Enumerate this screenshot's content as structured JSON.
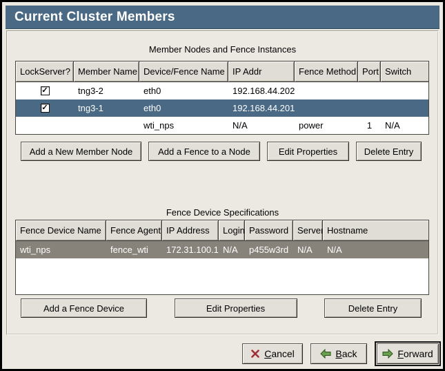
{
  "window": {
    "title": "Current Cluster Members"
  },
  "colors": {
    "titlebar_blue": "#4a6984",
    "selected_row_blue": "#4a6984",
    "selected_row_gray": "#87827a",
    "background_beige": "#ece9e2",
    "cancel_icon_red": "#a13038",
    "arrow_icon_green": "#68a04e"
  },
  "icons": {
    "check": "✓"
  },
  "members": {
    "caption": "Member Nodes and Fence Instances",
    "columns": [
      "LockServer?",
      "Member Name",
      "Device/Fence Name",
      "IP Addr",
      "Fence Method",
      "Port",
      "Switch"
    ],
    "rows": [
      {
        "lockserver_checked": true,
        "member_name": "tng3-2",
        "device_fence_name": "eth0",
        "ip_addr": "192.168.44.202",
        "fence_method": "",
        "port": "",
        "switch": "",
        "selected": false
      },
      {
        "lockserver_checked": true,
        "member_name": "tng3-1",
        "device_fence_name": "eth0",
        "ip_addr": "192.168.44.201",
        "fence_method": "",
        "port": "",
        "switch": "",
        "selected": true
      },
      {
        "lockserver_checked": false,
        "member_name": "",
        "device_fence_name": "wti_nps",
        "ip_addr": "N/A",
        "fence_method": "power",
        "port": "1",
        "switch": "N/A",
        "selected": false
      }
    ],
    "buttons": {
      "add_member": "Add a New Member Node",
      "add_fence": "Add a Fence to a Node",
      "edit": "Edit Properties",
      "delete": "Delete Entry"
    }
  },
  "fence_devices": {
    "caption": "Fence Device Specifications",
    "columns": [
      "Fence Device Name",
      "Fence Agent",
      "IP Address",
      "Login",
      "Password",
      "Server",
      "Hostname"
    ],
    "rows": [
      {
        "fence_device_name": "wti_nps",
        "fence_agent": "fence_wti",
        "ip_address": "172.31.100.1",
        "login": "N/A",
        "password": "p455w3rd",
        "server": "N/A",
        "hostname": "N/A",
        "selected": true
      }
    ],
    "buttons": {
      "add_device": "Add a Fence Device",
      "edit": "Edit Properties",
      "delete": "Delete Entry"
    }
  },
  "footer": {
    "cancel": {
      "mnemonic": "C",
      "rest": "ancel"
    },
    "back": {
      "mnemonic": "B",
      "rest": "ack"
    },
    "forward": {
      "mnemonic": "F",
      "rest": "orward"
    }
  }
}
